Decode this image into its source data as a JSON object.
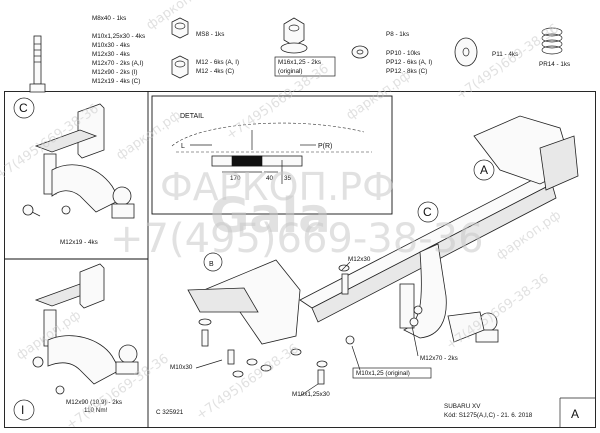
{
  "hardware": {
    "bolts": [
      "M8x40 - 1ks",
      "M10x1,25x30 - 4ks",
      "M10x30 - 4ks",
      "M12x30 - 4ks",
      "M12x70 - 2ks (A,I)",
      "M12x90 - 2ks (I)",
      "M12x19 - 4ks (C)"
    ],
    "nut_ms8": "MS8 - 1ks",
    "nut_m12": [
      "M12 - 6ks (A, I)",
      "M12 - 4ks (C)"
    ],
    "flange_nut": [
      "M16x1,25 - 2ks",
      "(original)"
    ],
    "washers": [
      "P8 - 1ks",
      "PP10 - 10ks",
      "PP12 - 6ks (A, I)",
      "PP12 - 8ks (C)"
    ],
    "big_washer": "P11 - 4ks",
    "spring": "PR14 - 1ks"
  },
  "views": {
    "c_letter": "C",
    "c_label": "M12x19 - 4ks",
    "i_letter": "I",
    "i_label": [
      "M12x90 (10.9) - 2ks",
      "110 Nm!"
    ]
  },
  "detail": {
    "title": "DETAIL",
    "left": "L",
    "right": "P(R)",
    "dims": [
      "170",
      "40",
      "35"
    ]
  },
  "main": {
    "callout_a": "A",
    "callout_b": "B",
    "callout_c": "C",
    "labels": [
      "M12x30",
      "M10x30",
      "M10x1,25x30",
      "M10x1,25 (original)",
      "M12x70 - 2ks"
    ]
  },
  "footer": {
    "code": "C 325921",
    "model": "SUBARU XV",
    "kod": "Kód: S1275(A,I,C) - 21. 6. 2018",
    "corner": "A"
  },
  "watermark": {
    "phone": "+7(495)669-38-36",
    "site": "фаркоп.рф",
    "brand": "ФАРКОП.РФ",
    "logo": "Gala"
  }
}
